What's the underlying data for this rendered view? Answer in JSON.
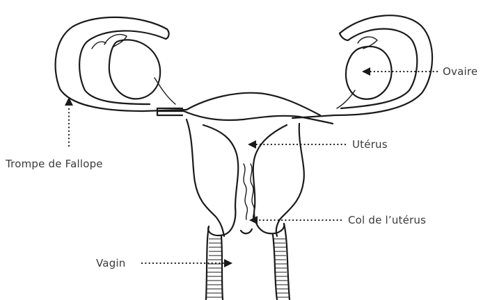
{
  "labels": {
    "ovary": "Ovaire",
    "fallopian_tube": "Trompe de Fallope",
    "uterus": "Utérus",
    "cervix": "Col de l’utérus",
    "vagina": "Vagin"
  },
  "colors": {
    "line": "#1a1a1a",
    "text": "#3a3a3a",
    "background": "#ffffff"
  }
}
